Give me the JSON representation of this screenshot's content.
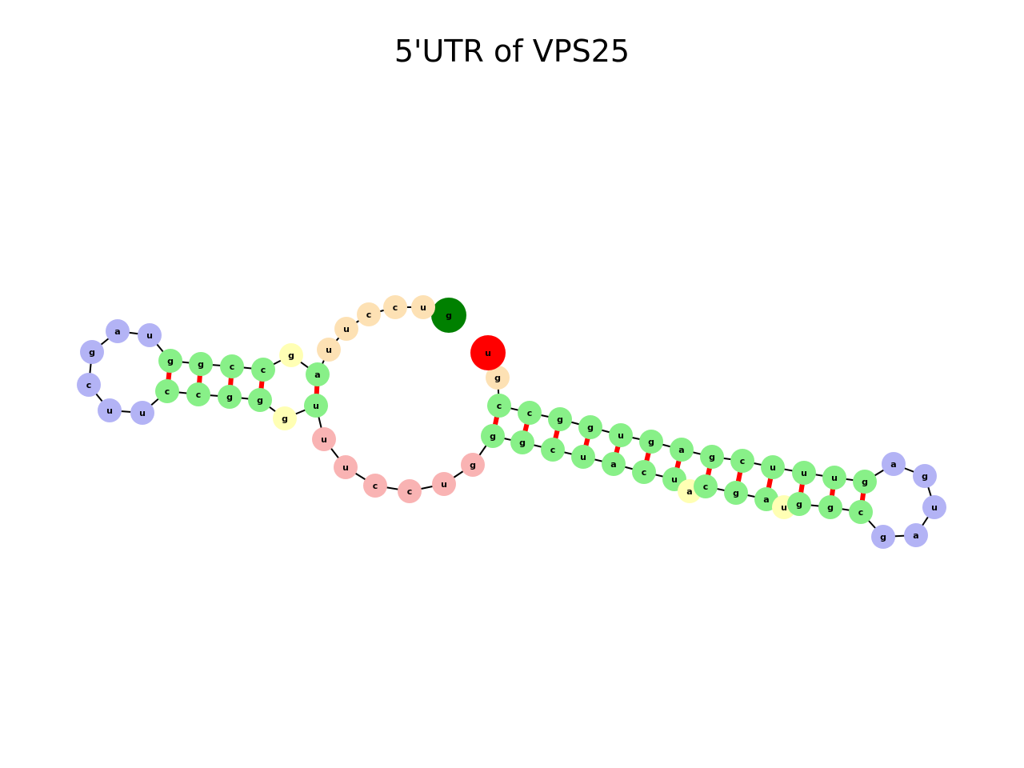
{
  "title": "5'UTR of VPS25",
  "colors": {
    "stem": "#88f088",
    "hairpin_loop": "#b3b3f5",
    "five_prime_unpaired": "#fde1b4",
    "interior_loop": "#ffffb4",
    "multiloop": "#f9b3b3",
    "five_prime_end": "#008000",
    "three_prime_end": "#ff0000",
    "pair_link": "#ff0000",
    "backbone": "#000000"
  },
  "nucleotides": [
    {
      "nt": "g",
      "role": "five_prime_end"
    },
    {
      "nt": "u",
      "role": "five_prime_unpaired"
    },
    {
      "nt": "c",
      "role": "five_prime_unpaired"
    },
    {
      "nt": "c",
      "role": "five_prime_unpaired"
    },
    {
      "nt": "u",
      "role": "five_prime_unpaired"
    },
    {
      "nt": "u",
      "role": "five_prime_unpaired"
    },
    {
      "nt": "a",
      "role": "stem"
    },
    {
      "nt": "g",
      "role": "interior_loop"
    },
    {
      "nt": "c",
      "role": "stem"
    },
    {
      "nt": "c",
      "role": "stem"
    },
    {
      "nt": "g",
      "role": "stem"
    },
    {
      "nt": "g",
      "role": "stem"
    },
    {
      "nt": "u",
      "role": "hairpin_loop"
    },
    {
      "nt": "a",
      "role": "hairpin_loop"
    },
    {
      "nt": "g",
      "role": "hairpin_loop"
    },
    {
      "nt": "c",
      "role": "hairpin_loop"
    },
    {
      "nt": "u",
      "role": "hairpin_loop"
    },
    {
      "nt": "u",
      "role": "hairpin_loop"
    },
    {
      "nt": "c",
      "role": "stem"
    },
    {
      "nt": "c",
      "role": "stem"
    },
    {
      "nt": "g",
      "role": "stem"
    },
    {
      "nt": "g",
      "role": "stem"
    },
    {
      "nt": "g",
      "role": "interior_loop"
    },
    {
      "nt": "u",
      "role": "stem"
    },
    {
      "nt": "u",
      "role": "multiloop"
    },
    {
      "nt": "u",
      "role": "multiloop"
    },
    {
      "nt": "c",
      "role": "multiloop"
    },
    {
      "nt": "c",
      "role": "multiloop"
    },
    {
      "nt": "u",
      "role": "multiloop"
    },
    {
      "nt": "g",
      "role": "multiloop"
    },
    {
      "nt": "g",
      "role": "stem"
    },
    {
      "nt": "g",
      "role": "stem"
    },
    {
      "nt": "c",
      "role": "stem"
    },
    {
      "nt": "u",
      "role": "stem"
    },
    {
      "nt": "a",
      "role": "stem"
    },
    {
      "nt": "c",
      "role": "stem"
    },
    {
      "nt": "u",
      "role": "stem"
    },
    {
      "nt": "a",
      "role": "interior_loop"
    },
    {
      "nt": "c",
      "role": "stem"
    },
    {
      "nt": "g",
      "role": "stem"
    },
    {
      "nt": "a",
      "role": "stem"
    },
    {
      "nt": "u",
      "role": "interior_loop"
    },
    {
      "nt": "g",
      "role": "stem"
    },
    {
      "nt": "g",
      "role": "stem"
    },
    {
      "nt": "c",
      "role": "stem"
    },
    {
      "nt": "g",
      "role": "hairpin_loop"
    },
    {
      "nt": "a",
      "role": "hairpin_loop"
    },
    {
      "nt": "u",
      "role": "hairpin_loop"
    },
    {
      "nt": "g",
      "role": "hairpin_loop"
    },
    {
      "nt": "a",
      "role": "hairpin_loop"
    },
    {
      "nt": "g",
      "role": "stem"
    },
    {
      "nt": "u",
      "role": "stem"
    },
    {
      "nt": "u",
      "role": "stem"
    },
    {
      "nt": "u",
      "role": "stem"
    },
    {
      "nt": "c",
      "role": "stem"
    },
    {
      "nt": "g",
      "role": "stem"
    },
    {
      "nt": "a",
      "role": "stem"
    },
    {
      "nt": "g",
      "role": "stem"
    },
    {
      "nt": "u",
      "role": "stem"
    },
    {
      "nt": "g",
      "role": "stem"
    },
    {
      "nt": "g",
      "role": "stem"
    },
    {
      "nt": "c",
      "role": "stem"
    },
    {
      "nt": "c",
      "role": "stem"
    },
    {
      "nt": "g",
      "role": "five_prime_unpaired"
    },
    {
      "nt": "u",
      "role": "three_prime_end"
    }
  ],
  "pairs": [
    [
      6,
      23
    ],
    [
      8,
      21
    ],
    [
      9,
      20
    ],
    [
      10,
      19
    ],
    [
      11,
      18
    ],
    [
      30,
      62
    ],
    [
      31,
      61
    ],
    [
      32,
      60
    ],
    [
      33,
      59
    ],
    [
      34,
      58
    ],
    [
      35,
      57
    ],
    [
      36,
      56
    ],
    [
      38,
      55
    ],
    [
      39,
      54
    ],
    [
      40,
      53
    ],
    [
      42,
      52
    ],
    [
      43,
      51
    ],
    [
      44,
      50
    ]
  ]
}
